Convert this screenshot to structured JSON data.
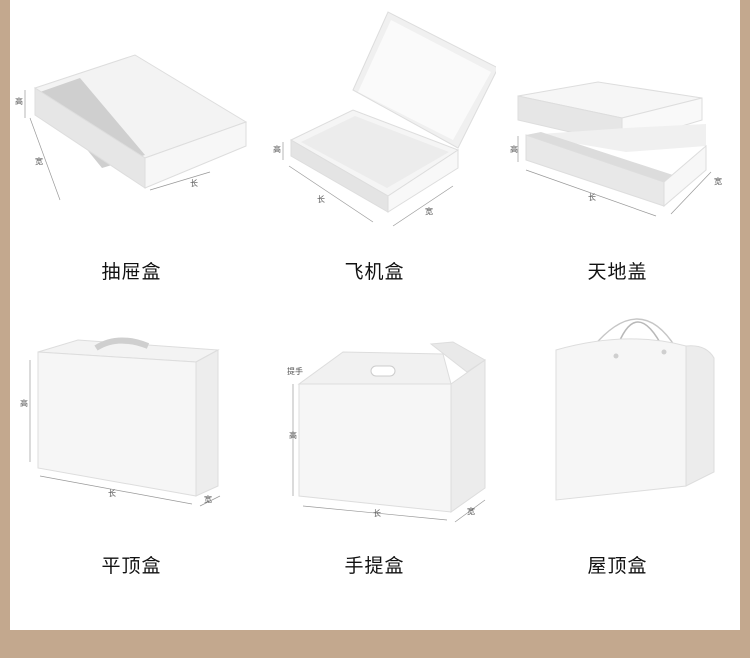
{
  "colors": {
    "frame": "#c3a88e",
    "panel": "#ffffff",
    "box": "#f4f4f4",
    "shadow": "#d9d9d9"
  },
  "boxes": [
    {
      "name": "抽屉盒",
      "labels": {
        "h": "高",
        "w": "宽",
        "l": "长"
      }
    },
    {
      "name": "飞机盒",
      "labels": {
        "h": "高",
        "l": "长",
        "w": "宽"
      }
    },
    {
      "name": "天地盖",
      "labels": {
        "h": "高",
        "l": "长",
        "w": "宽"
      }
    },
    {
      "name": "平顶盒",
      "labels": {
        "h": "高",
        "l": "长",
        "w": "宽"
      }
    },
    {
      "name": "手提盒",
      "labels": {
        "handle": "提手",
        "h": "高",
        "l": "长",
        "w": "宽"
      }
    },
    {
      "name": "屋顶盒"
    }
  ]
}
